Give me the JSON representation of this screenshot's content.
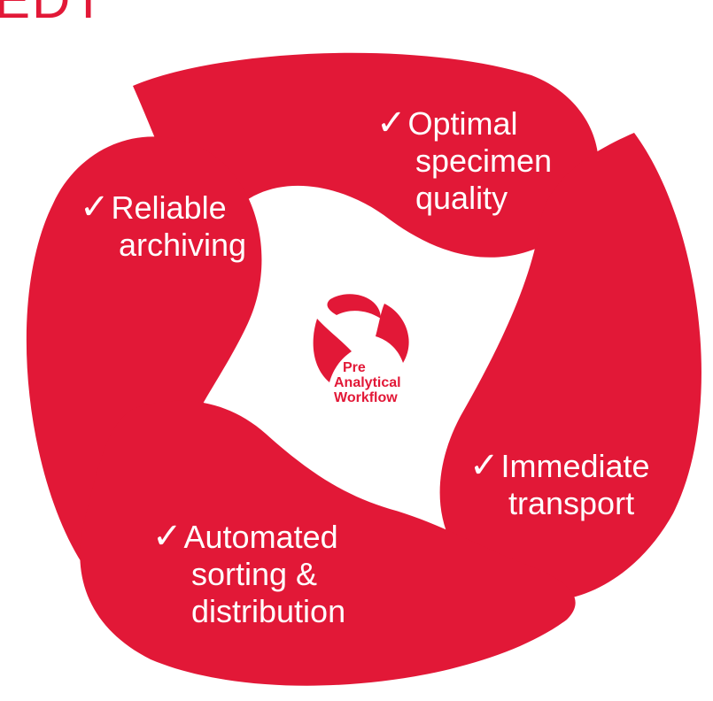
{
  "header": {
    "corner_text": "EDT"
  },
  "colors": {
    "petal_red": "#e21837",
    "text_white": "#ffffff"
  },
  "petals": [
    {
      "id": "optimal-quality",
      "check": "✓",
      "lines": [
        "Optimal",
        "specimen",
        "quality"
      ]
    },
    {
      "id": "reliable-archiving",
      "check": "✓",
      "lines": [
        "Reliable",
        "archiving"
      ]
    },
    {
      "id": "immediate-transport",
      "check": "✓",
      "lines": [
        "Immediate",
        "transport"
      ]
    },
    {
      "id": "automated-sorting",
      "check": "✓",
      "lines": [
        "Automated",
        "sorting &",
        "distribution"
      ]
    }
  ],
  "center_logo": {
    "lines": [
      "Pre",
      "Analytical",
      "Workflow"
    ]
  }
}
